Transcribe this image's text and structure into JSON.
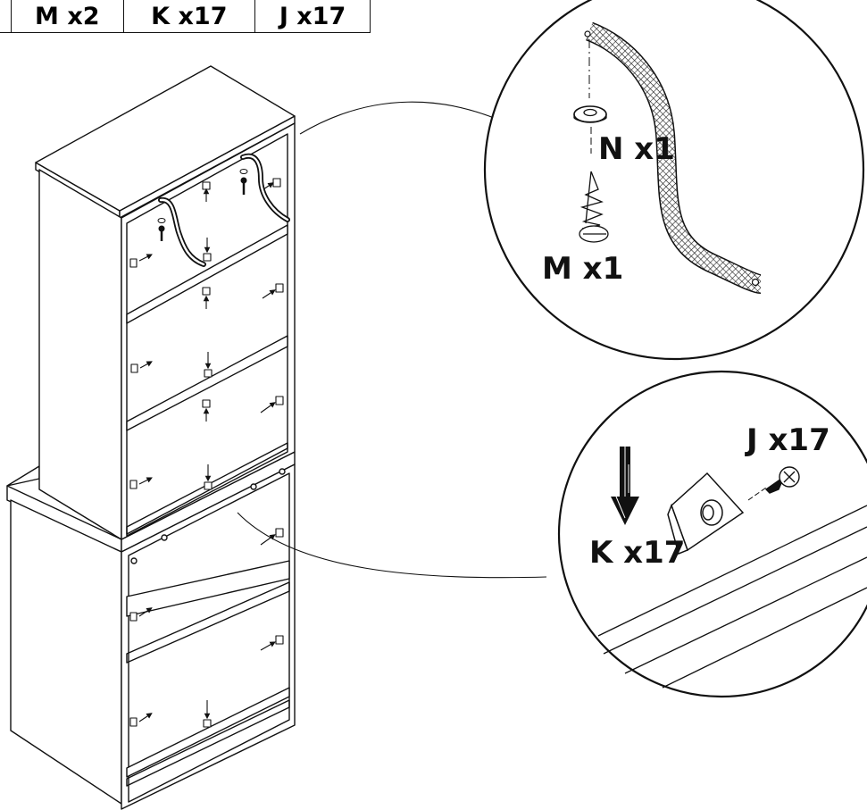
{
  "parts_header": [
    "M x2",
    "K x17",
    "J x17"
  ],
  "detail_top": {
    "washer_label": "N x1",
    "screw_label": "M x1"
  },
  "detail_bottom": {
    "screw_label": "J x17",
    "block_label": "K x17"
  }
}
